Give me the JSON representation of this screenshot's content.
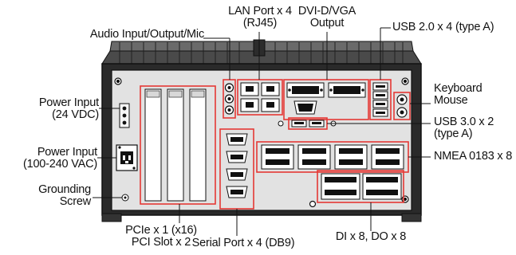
{
  "diagram": {
    "labels": {
      "audio": "Audio Input/Output/Mic",
      "lan": [
        "LAN Port x 4",
        "(RJ45)"
      ],
      "dvi": [
        "DVI-D/VGA",
        "Output"
      ],
      "usb2": "USB 2.0 x 4 (type A)",
      "power24": [
        "Power Input",
        "(24 VDC)"
      ],
      "keyboard": [
        "Keyboard",
        "Mouse"
      ],
      "usb3": [
        "USB 3.0 x 2",
        "(type A)"
      ],
      "power100": [
        "Power Input",
        "(100-240 VAC)"
      ],
      "nmea": "NMEA 0183 x 8",
      "ground": [
        "Grounding",
        "Screw"
      ],
      "pcie": [
        "PCIe x 1 (x16)",
        "PCI Slot x 2"
      ],
      "serial": "Serial Port x 4 (DB9)",
      "dido": "DI x 8, DO x 8"
    },
    "colors": {
      "highlight": "#e53935",
      "chassis": "#2a2a2a",
      "panel": "#e2e2e2",
      "text": "#111111"
    }
  }
}
